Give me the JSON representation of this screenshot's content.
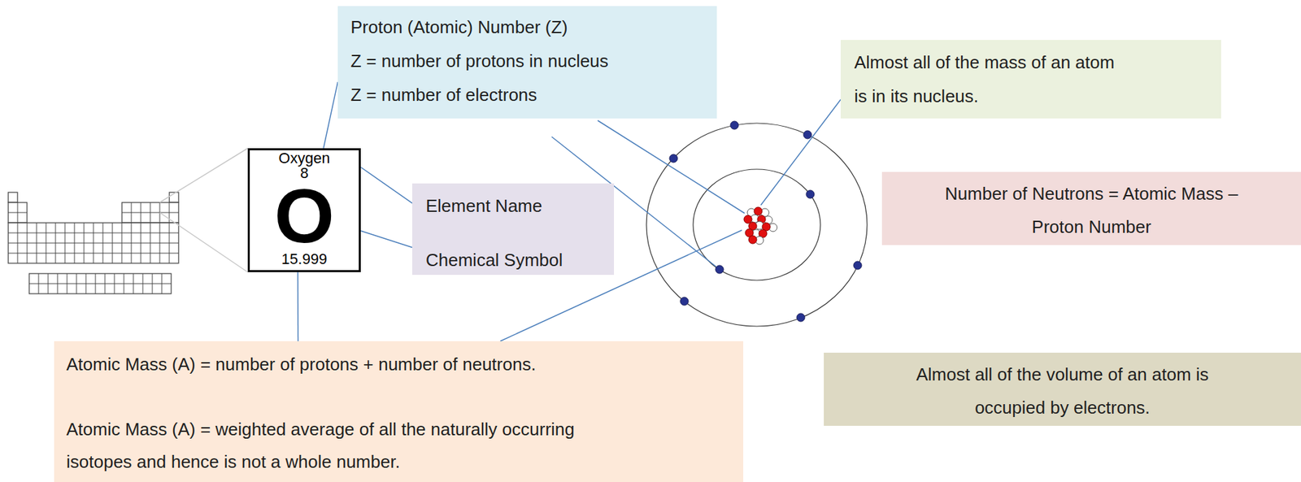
{
  "diagram": {
    "nodes": [
      {
        "text": [
          "Proton (Atomic) Number (Z)",
          "Z = number of protons in nucleus",
          "Z = number of electrons"
        ]
      },
      {
        "text": [
          "Almost all of the mass of an atom is in its nucleus."
        ]
      },
      {
        "text": [
          "Oxygen",
          "8",
          "O",
          "15.999"
        ]
      },
      {
        "text": [
          "Number of Neutrons = Atomic Mass – Proton Number"
        ]
      },
      {
        "text": [
          "Element Name",
          "Chemical Symbol"
        ]
      },
      {
        "text": [
          "Atomic Mass (A) = number of protons + number of neutrons.",
          "Atomic Mass (A) = weighted average of all the naturally occurring isotopes and hence is not a whole number."
        ]
      },
      {
        "text": [
          "Almost all of the volume of an atom is occupied by electrons."
        ]
      }
    ],
    "edges": [
      {
        "from": 0,
        "to": 2,
        "arrow": "none"
      },
      {
        "from": 2,
        "to": 4,
        "arrow": "none"
      },
      {
        "from": 2,
        "to": 4,
        "arrow": "none"
      },
      {
        "from": 5,
        "to": 2,
        "arrow": "none"
      }
    ]
  }
}
